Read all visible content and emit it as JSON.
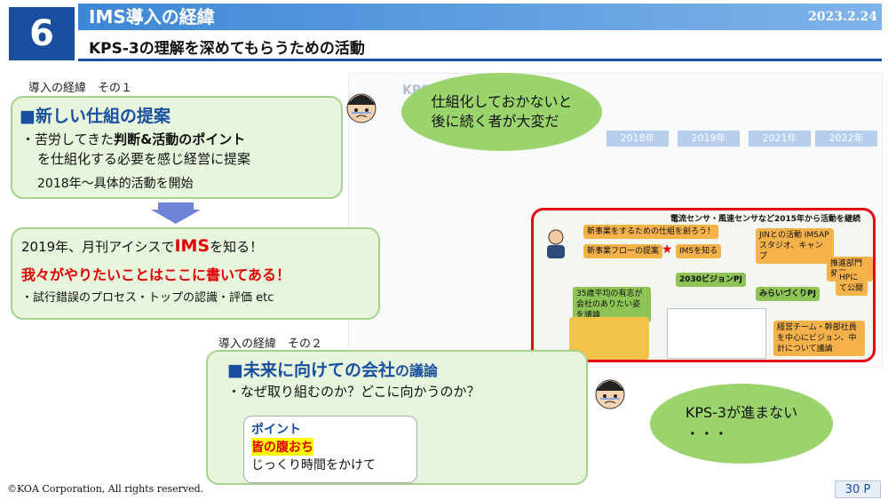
{
  "header": {
    "slide_number": "6",
    "title": "IMS導入の経緯",
    "date": "2023.2.24",
    "subtitle": "KPS-3の理解を深めてもらうための活動"
  },
  "section1": {
    "tag": "導入の経緯　その１",
    "heading": "■新しい仕組の提案",
    "line1_prefix": "・苦労してきた",
    "line1_bold": "判断&活動のポイント",
    "line2": "を仕組化する必要を感じ経営に提案",
    "line3": "2018年～具体的活動を開始"
  },
  "box2": {
    "line1_prefix": "2019年、月刊アイシスで",
    "line1_ims": "IMS",
    "line1_suffix": "を知る！",
    "line2": "我々がやりたいことはここに書いてある！",
    "line3": "・試行錯誤のプロセス・トップの認識・評価 etc"
  },
  "section2": {
    "tag": "導入の経緯　その２",
    "heading_main": "■未来に向けての会社",
    "heading_suffix": "の議論",
    "line1": "・なぜ取り組むのか？どこに向かうのか？",
    "point_title": "ポイント",
    "point_highlight": "皆の腹おち",
    "point_text": "じっくり時間をかけて"
  },
  "bubble_top": {
    "line1": "仕組化しておかないと",
    "line2": "後に続く者が大変だ"
  },
  "bubble_bottom": {
    "line1": "KPS-3が進まない",
    "line2": "・・・"
  },
  "diagram": {
    "title_fragment": "KPS-3 行行鶴躍",
    "years": [
      "2018年",
      "2019年",
      "2021年",
      "2022年"
    ],
    "red_frame": {
      "top_caption": "電流センサ・風速センサなど2015年から活動を継続中。",
      "chip_new_biz": "新事業をするための仕組を創ろう！",
      "chip_ims": "IMSを知る",
      "chip_flow": "新事業フローの提案",
      "chip_jin": "JINとの活動 IMSAPスタジオ、キャンプ",
      "chip_promo": "推進部門発足",
      "chip_vision": "2030ビジョンPJ",
      "chip_mirai": "みらいづくりPJ",
      "chip_hp": "HPにて公開",
      "chip_35": "35歳平均の有志が会社のありたい姿を議論",
      "chip_exec": "経営チーム・幹部社員を中心にビジョン、中計について議論"
    }
  },
  "footer": {
    "copyright": "©KOA Corporation, All rights reserved.",
    "page": "30 P"
  },
  "colors": {
    "accent_blue": "#1a4fa0",
    "box_green": "#e6f5dc",
    "bubble_green": "#9bd36d",
    "alert_red": "#e00000"
  }
}
